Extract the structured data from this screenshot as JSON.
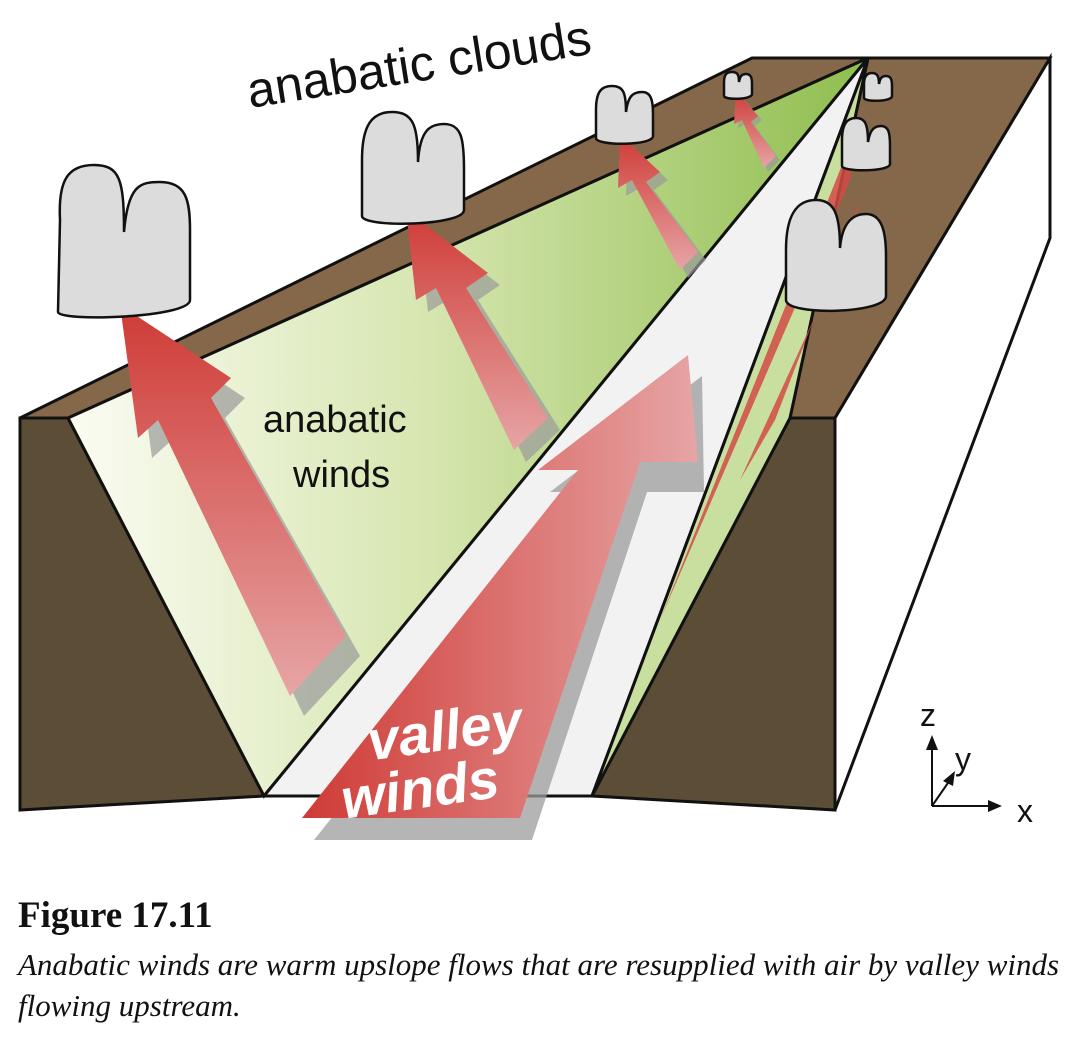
{
  "labels": {
    "clouds": "anabatic clouds",
    "anabatic_line1": "anabatic",
    "anabatic_line2": "winds",
    "valley_line1": "valley",
    "valley_line2": "winds",
    "axis_z": "z",
    "axis_y": "y",
    "axis_x": "x"
  },
  "caption": {
    "title": "Figure 17.11",
    "text": "Anabatic winds are warm upslope flows that are resupplied with air by valley winds flowing upstream."
  },
  "colors": {
    "ground_top": "#85684a",
    "ground_side": "#5c4d37",
    "slope_green": "#9cc45c",
    "slope_light": "#f8faee",
    "valley_floor": "#f2f2f2",
    "arrow_dark": "#cf3d38",
    "arrow_light": "#e6a3a3",
    "cloud": "#dcdcdc"
  },
  "icons": [
    "cloud-icon",
    "arrow-icon",
    "axis-icon"
  ]
}
